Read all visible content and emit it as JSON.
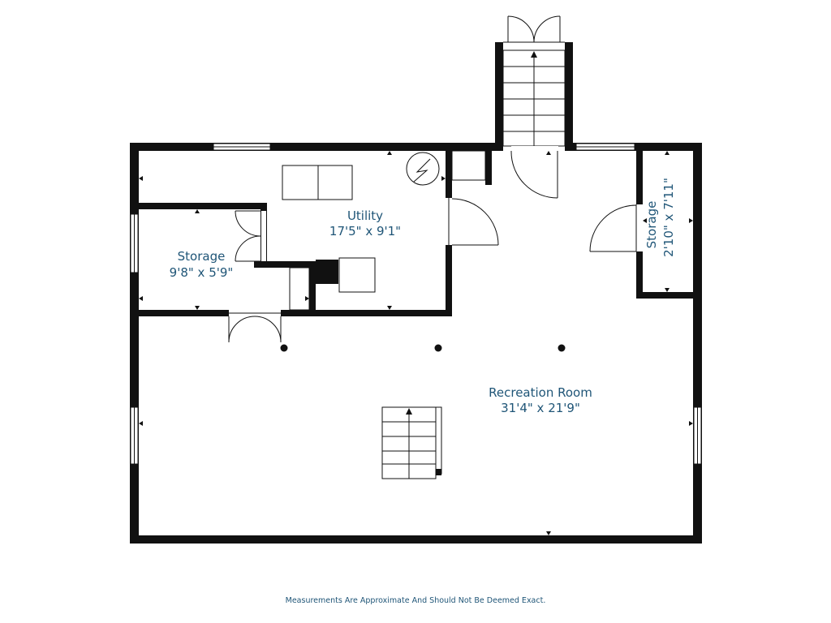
{
  "colors": {
    "wall": "#111111",
    "label": "#1f5577",
    "background": "#ffffff"
  },
  "rooms": {
    "utility": {
      "name": "Utility",
      "dimensions": "17'5\" x 9'1\""
    },
    "storage_left": {
      "name": "Storage",
      "dimensions": "9'8\" x 5'9\""
    },
    "storage_right": {
      "name": "Storage",
      "dimensions": "2'10\" x 7'11\""
    },
    "recreation": {
      "name": "Recreation Room",
      "dimensions": "31'4\" x 21'9\""
    }
  },
  "footer": {
    "disclaimer": "Measurements Are Approximate And Should Not Be Deemed Exact."
  }
}
